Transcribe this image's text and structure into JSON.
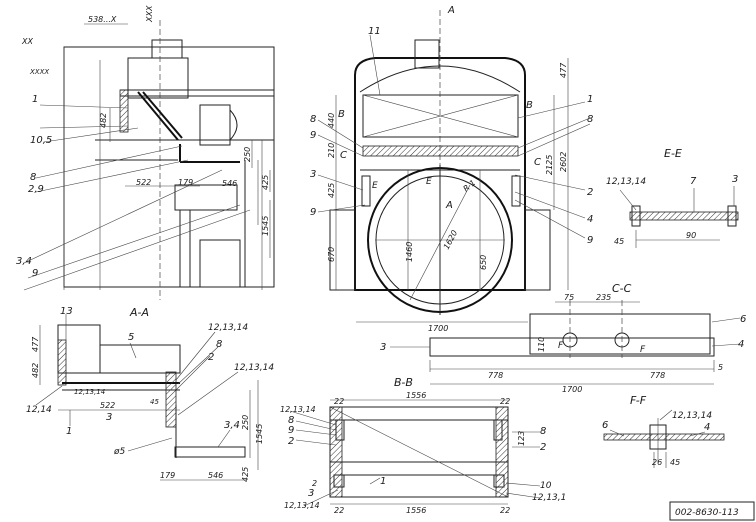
{
  "drawing_number": "002-8630-113",
  "section_titles": {
    "a_a": "A-A",
    "b_b": "B-B",
    "c_c": "C-C",
    "e_e": "E-E",
    "f_f": "F-F",
    "view_a": "A"
  },
  "side_view": {
    "marks": [
      "XX",
      "XXXX",
      "XXX",
      "538...X"
    ],
    "callouts": [
      "1",
      "10,5",
      "8",
      "2,9",
      "3,4",
      "9"
    ],
    "dims": [
      "482",
      "522",
      "179",
      "250",
      "425",
      "1545",
      "546"
    ]
  },
  "front_view": {
    "callouts_left": [
      "11",
      "8",
      "9",
      "3",
      "9"
    ],
    "callouts_right": [
      "1",
      "8",
      "2",
      "4",
      "9"
    ],
    "section_marks": [
      "B",
      "B",
      "C",
      "C",
      "E",
      "E",
      "A"
    ],
    "dims": [
      "1700",
      "477",
      "2125",
      "2602",
      "440",
      "210",
      "425",
      "670",
      "650",
      "1620",
      "1460",
      "R 1"
    ]
  },
  "section_e_e": {
    "callouts": [
      "12,13,14",
      "7",
      "3"
    ],
    "dims": [
      "45",
      "90"
    ]
  },
  "section_c_c": {
    "callouts": [
      "6",
      "3",
      "4",
      "F",
      "F"
    ],
    "dims": [
      "75",
      "235",
      "110",
      "778",
      "778",
      "1700",
      "5"
    ]
  },
  "section_a_a": {
    "callouts": [
      "13",
      "5",
      "12,13,14",
      "8",
      "2",
      "12,13,14",
      "12,13,14",
      "12,14",
      "1",
      "3",
      "3,4"
    ],
    "dims": [
      "477",
      "482",
      "522",
      "45",
      "250",
      "1545",
      "425",
      "179",
      "546",
      "ø5"
    ]
  },
  "section_b_b": {
    "callouts": [
      "12,13,14",
      "8",
      "9",
      "2",
      "8",
      "2",
      "1",
      "10",
      "12,13,1",
      "12,13,14",
      "3"
    ],
    "dims": [
      "1556",
      "1556",
      "22",
      "22",
      "123",
      "22",
      "22",
      "2"
    ]
  },
  "section_f_f": {
    "callouts": [
      "12,13,14",
      "6",
      "4"
    ],
    "dims": [
      "26",
      "45"
    ]
  }
}
